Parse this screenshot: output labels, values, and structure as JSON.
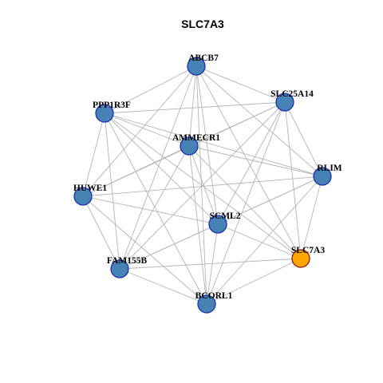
{
  "title": "SLC7A3",
  "colors": {
    "node_fill": "#4682b4",
    "node_stroke": "#1c2fb3",
    "highlight_fill": "#ffa500",
    "highlight_stroke": "#8b1a1a",
    "edge": "#b4b4b4"
  },
  "nodes": [
    {
      "id": "ABCB7",
      "label": "ABCB7",
      "highlight": false
    },
    {
      "id": "SLC25A14",
      "label": "SLC25A14",
      "highlight": false
    },
    {
      "id": "RLIM",
      "label": "RLIM",
      "highlight": false
    },
    {
      "id": "SLC7A3",
      "label": "SLC7A3",
      "highlight": true
    },
    {
      "id": "BCORL1",
      "label": "BCORL1",
      "highlight": false
    },
    {
      "id": "FAM155B",
      "label": "FAM155B",
      "highlight": false
    },
    {
      "id": "HUWE1",
      "label": "HUWE1",
      "highlight": false
    },
    {
      "id": "PPP1R3F",
      "label": "PPP1R3F",
      "highlight": false
    },
    {
      "id": "AMMECR1",
      "label": "AMMECR1",
      "highlight": false
    },
    {
      "id": "SCML2",
      "label": "SCML2",
      "highlight": false
    }
  ],
  "edges": [
    [
      "ABCB7",
      "SLC25A14"
    ],
    [
      "ABCB7",
      "RLIM"
    ],
    [
      "ABCB7",
      "SLC7A3"
    ],
    [
      "ABCB7",
      "BCORL1"
    ],
    [
      "ABCB7",
      "FAM155B"
    ],
    [
      "ABCB7",
      "HUWE1"
    ],
    [
      "ABCB7",
      "PPP1R3F"
    ],
    [
      "ABCB7",
      "AMMECR1"
    ],
    [
      "ABCB7",
      "SCML2"
    ],
    [
      "SLC25A14",
      "RLIM"
    ],
    [
      "SLC25A14",
      "SLC7A3"
    ],
    [
      "SLC25A14",
      "BCORL1"
    ],
    [
      "SLC25A14",
      "FAM155B"
    ],
    [
      "SLC25A14",
      "HUWE1"
    ],
    [
      "SLC25A14",
      "PPP1R3F"
    ],
    [
      "SLC25A14",
      "AMMECR1"
    ],
    [
      "SLC25A14",
      "SCML2"
    ],
    [
      "RLIM",
      "SLC7A3"
    ],
    [
      "RLIM",
      "BCORL1"
    ],
    [
      "RLIM",
      "FAM155B"
    ],
    [
      "RLIM",
      "HUWE1"
    ],
    [
      "RLIM",
      "PPP1R3F"
    ],
    [
      "RLIM",
      "AMMECR1"
    ],
    [
      "RLIM",
      "SCML2"
    ],
    [
      "SLC7A3",
      "BCORL1"
    ],
    [
      "SLC7A3",
      "FAM155B"
    ],
    [
      "SLC7A3",
      "PPP1R3F"
    ],
    [
      "SLC7A3",
      "AMMECR1"
    ],
    [
      "SLC7A3",
      "SCML2"
    ],
    [
      "BCORL1",
      "FAM155B"
    ],
    [
      "BCORL1",
      "HUWE1"
    ],
    [
      "BCORL1",
      "PPP1R3F"
    ],
    [
      "BCORL1",
      "AMMECR1"
    ],
    [
      "BCORL1",
      "SCML2"
    ],
    [
      "FAM155B",
      "HUWE1"
    ],
    [
      "FAM155B",
      "PPP1R3F"
    ],
    [
      "FAM155B",
      "AMMECR1"
    ],
    [
      "FAM155B",
      "SCML2"
    ],
    [
      "HUWE1",
      "PPP1R3F"
    ],
    [
      "HUWE1",
      "AMMECR1"
    ],
    [
      "HUWE1",
      "SCML2"
    ],
    [
      "PPP1R3F",
      "AMMECR1"
    ],
    [
      "PPP1R3F",
      "SCML2"
    ],
    [
      "AMMECR1",
      "SCML2"
    ]
  ]
}
